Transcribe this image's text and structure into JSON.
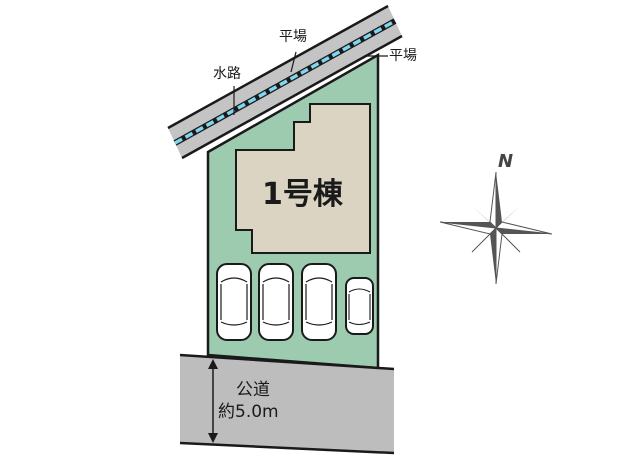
{
  "labels": {
    "canal_flat_top": "平場",
    "canal_flat_right": "平場",
    "waterway": "水路",
    "building": "1号棟",
    "road_type": "公道",
    "road_width": "約5.0m",
    "north": "N"
  },
  "parking": {
    "count": 4,
    "spaces": [
      "car-1",
      "car-2",
      "car-3",
      "car-4-compact"
    ]
  },
  "colors": {
    "lot": "#9ccbb0",
    "building": "#dcd4c2",
    "road": "#bdbdbd",
    "waterway_dash": "#7fd6f0",
    "outline": "#1a1a1a",
    "compass_dark": "#555555"
  }
}
